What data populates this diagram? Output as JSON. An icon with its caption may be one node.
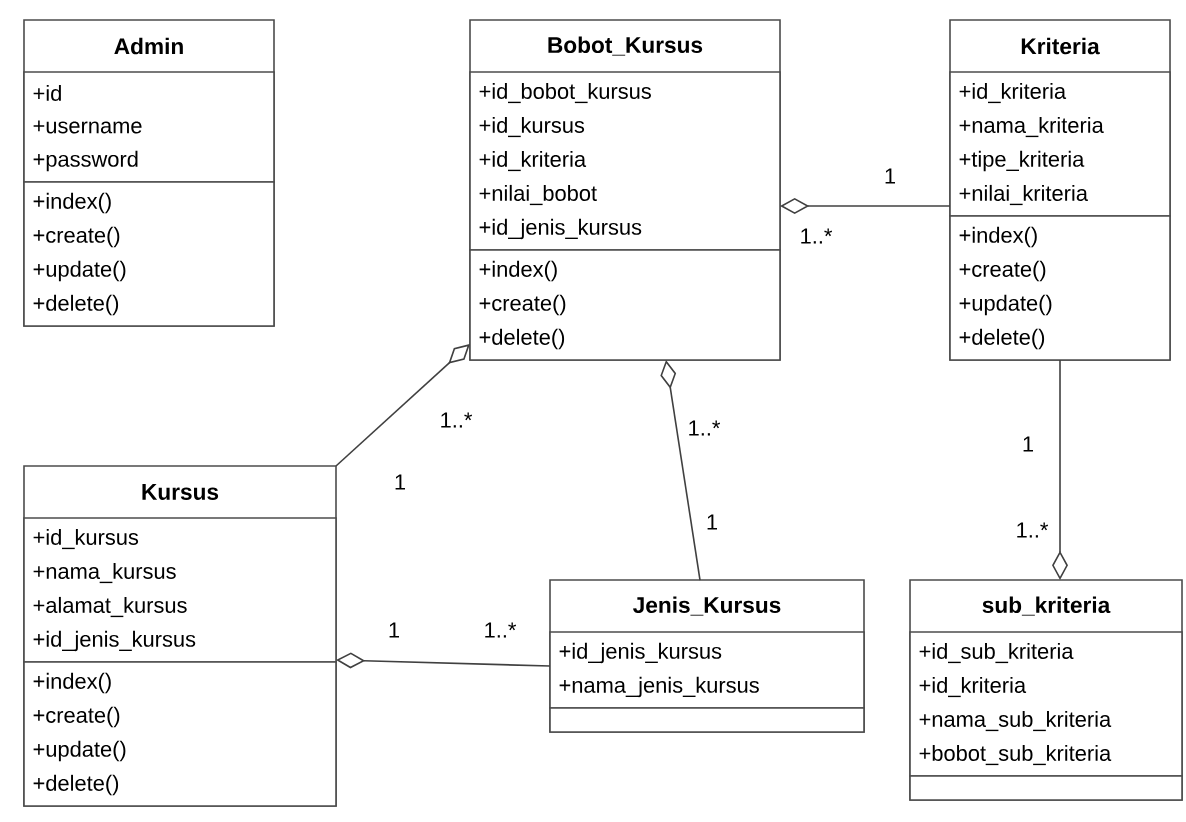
{
  "diagram": {
    "nodes": [
      {
        "text": [
          "Admin"
        ]
      },
      {
        "text": [
          "+id",
          "+username",
          "+password"
        ],
        "in": 0
      },
      {
        "text": [
          "+index()",
          "+create()",
          "+update()",
          "+delete()"
        ],
        "in": 0
      },
      {
        "text": [
          "Bobot_Kursus"
        ]
      },
      {
        "text": [
          "+id_bobot_kursus",
          "+id_kursus",
          "+id_kriteria",
          "+nilai_bobot",
          "+id_jenis_kursus"
        ],
        "in": 3
      },
      {
        "text": [
          "+index()",
          "+create()",
          "+delete()"
        ],
        "in": 3
      },
      {
        "text": [
          "Kriteria"
        ]
      },
      {
        "text": [
          "+id_kriteria",
          "+nama_kriteria",
          "+tipe_kriteria",
          "+nilai_kriteria"
        ],
        "in": 6
      },
      {
        "text": [
          "+index()",
          "+create()",
          "+update()",
          "+delete()"
        ],
        "in": 6
      },
      {
        "text": [
          "Kursus"
        ]
      },
      {
        "text": [
          "+id_kursus",
          "+nama_kursus",
          "+alamat_kursus",
          "+id_jenis_kursus"
        ],
        "in": 9
      },
      {
        "text": [
          "+index()",
          "+create()",
          "+update()",
          "+delete()"
        ],
        "in": 9
      },
      {
        "text": [
          "Jenis_Kursus"
        ]
      },
      {
        "text": [
          "+id_jenis_kursus",
          "+nama_jenis_kursus"
        ],
        "in": 12
      },
      {
        "text": [],
        "shape": "box",
        "in": 12
      },
      {
        "text": [
          "sub_kriteria"
        ]
      },
      {
        "text": [
          "+id_sub_kriteria",
          "+id_kriteria",
          "+nama_sub_kriteria",
          "+bobot_sub_kriteria"
        ],
        "in": 15
      },
      {
        "text": [],
        "shape": "box",
        "in": 15
      }
    ],
    "edges": [
      {
        "from": 3,
        "to": 6,
        "arrow": "other"
      },
      {
        "from": 3,
        "to": 9,
        "arrow": "other"
      },
      {
        "from": 3,
        "to": 12,
        "arrow": "other"
      },
      {
        "from": 15,
        "to": 6,
        "arrow": "other"
      },
      {
        "from": 9,
        "to": 12,
        "arrow": "other"
      }
    ],
    "labels": [
      "1",
      "1..*",
      "1..*",
      "1..*",
      "1",
      "1",
      "1",
      "1..*",
      "1",
      "1..*"
    ]
  }
}
